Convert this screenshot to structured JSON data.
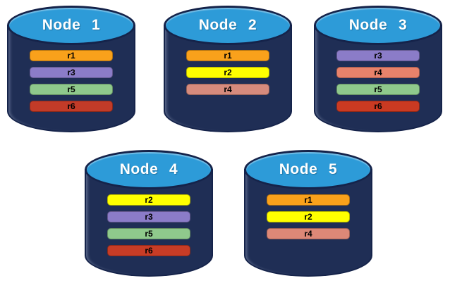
{
  "diagram": {
    "background": "#FFFFFF",
    "style": {
      "cylinder_body_color": "#1F2E55",
      "cylinder_top_color": "#2D9BD8",
      "cylinder_outline_color": "#15234A",
      "title_color": "#FFFFFF",
      "bar_text_color": "#000000"
    }
  },
  "nodes": [
    {
      "title": "Node 1",
      "replicas": [
        {
          "label": "r1",
          "color": "#F9A11B"
        },
        {
          "label": "r3",
          "color": "#8B7CC8"
        },
        {
          "label": "r5",
          "color": "#8FC98C"
        },
        {
          "label": "r6",
          "color": "#C23B28"
        }
      ]
    },
    {
      "title": "Node 2",
      "replicas": [
        {
          "label": "r1",
          "color": "#F9A11B"
        },
        {
          "label": "r2",
          "color": "#FFFF00"
        },
        {
          "label": "r4",
          "color": "#D68B7D"
        }
      ]
    },
    {
      "title": "Node 3",
      "replicas": [
        {
          "label": "r3",
          "color": "#8B7CC8"
        },
        {
          "label": "r4",
          "color": "#E8826B"
        },
        {
          "label": "r5",
          "color": "#8FC98C"
        },
        {
          "label": "r6",
          "color": "#CA3A22"
        }
      ]
    },
    {
      "title": "Node 4",
      "replicas": [
        {
          "label": "r2",
          "color": "#FFFF00"
        },
        {
          "label": "r3",
          "color": "#8B7CC8"
        },
        {
          "label": "r5",
          "color": "#8FC98C"
        },
        {
          "label": "r6",
          "color": "#C73C26"
        }
      ]
    },
    {
      "title": "Node 5",
      "replicas": [
        {
          "label": "r1",
          "color": "#F9A11B"
        },
        {
          "label": "r2",
          "color": "#FFFF00"
        },
        {
          "label": "r4",
          "color": "#DD8877"
        }
      ]
    }
  ]
}
